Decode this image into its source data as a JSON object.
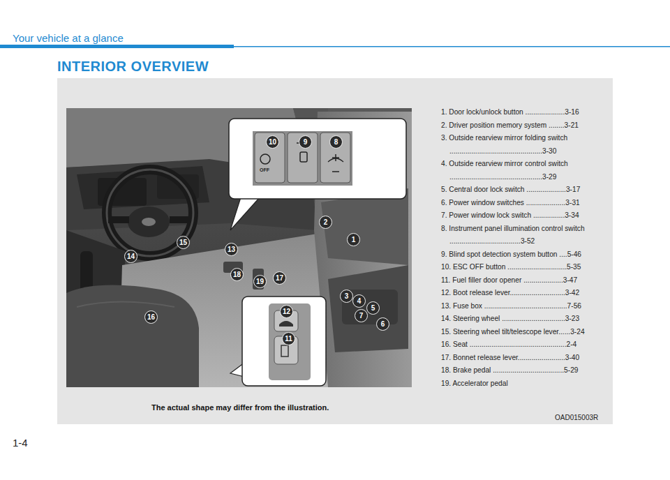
{
  "diagram": {
    "title": "INTERIOR OVERVIEW",
    "caption": "The actual shape may differ from the illustration.",
    "labels": [
      "Your vehicle at a glance",
      "1-4",
      "1. Door lock/unlock button ....................3-16",
      "2. Driver position memory system ........3-21",
      "3. Outside rearview mirror folding switch ...............................................3-30",
      "4. Outside rearview mirror control switch ...............................................3-29",
      "5. Central door lock switch ....................3-17",
      "6. Power window switches ....................3-31",
      "7. Power window lock switch ................3-34",
      "8. Instrument panel illumination control switch ....................................3-52",
      "9. Blind spot detection system button ....5-46",
      "10. ESC OFF button ..............................5-35",
      "11. Fuel filler door opener ....................3-47",
      "12. Boot release lever............................3-42",
      "13. Fuse box ..........................................7-56",
      "14. Steering wheel ................................3-23",
      "15. Steering wheel tilt/telescope lever......3-24",
      "16. Seat .................................................2-4",
      "17. Bonnet release lever........................3-40",
      "18. Brake pedal ....................................5-29",
      "19. Accelerator pedal",
      "OAD015003R",
      "1",
      "2",
      "3",
      "4",
      "5",
      "6",
      "7",
      "8",
      "9",
      "10",
      "11",
      "12",
      "13",
      "14",
      "15",
      "16",
      "17",
      "18",
      "19",
      "OFF"
    ]
  }
}
